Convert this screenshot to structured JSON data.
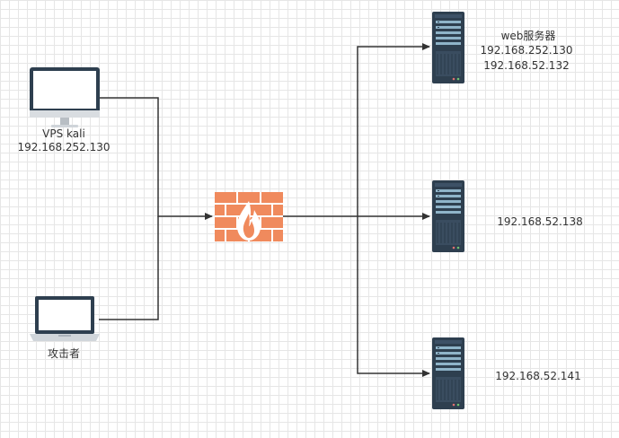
{
  "nodes": {
    "vps": {
      "name": "VPS kali",
      "ip": "192.168.252.130",
      "icon": "desktop-monitor-icon"
    },
    "attacker": {
      "name": "攻击者",
      "icon": "laptop-icon"
    },
    "firewall": {
      "icon": "firewall-icon"
    },
    "web_server": {
      "name": "web服务器",
      "ips": [
        "192.168.252.130",
        "192.168.52.132"
      ],
      "icon": "server-icon"
    },
    "server_mid": {
      "ip": "192.168.52.138",
      "icon": "server-icon"
    },
    "server_bottom": {
      "ip": "192.168.52.141",
      "icon": "server-icon"
    }
  },
  "colors": {
    "firewall": "#f08a5d",
    "server_body": "#2e3f4f",
    "monitor_frame": "#2e3f4f",
    "line": "#333333"
  }
}
